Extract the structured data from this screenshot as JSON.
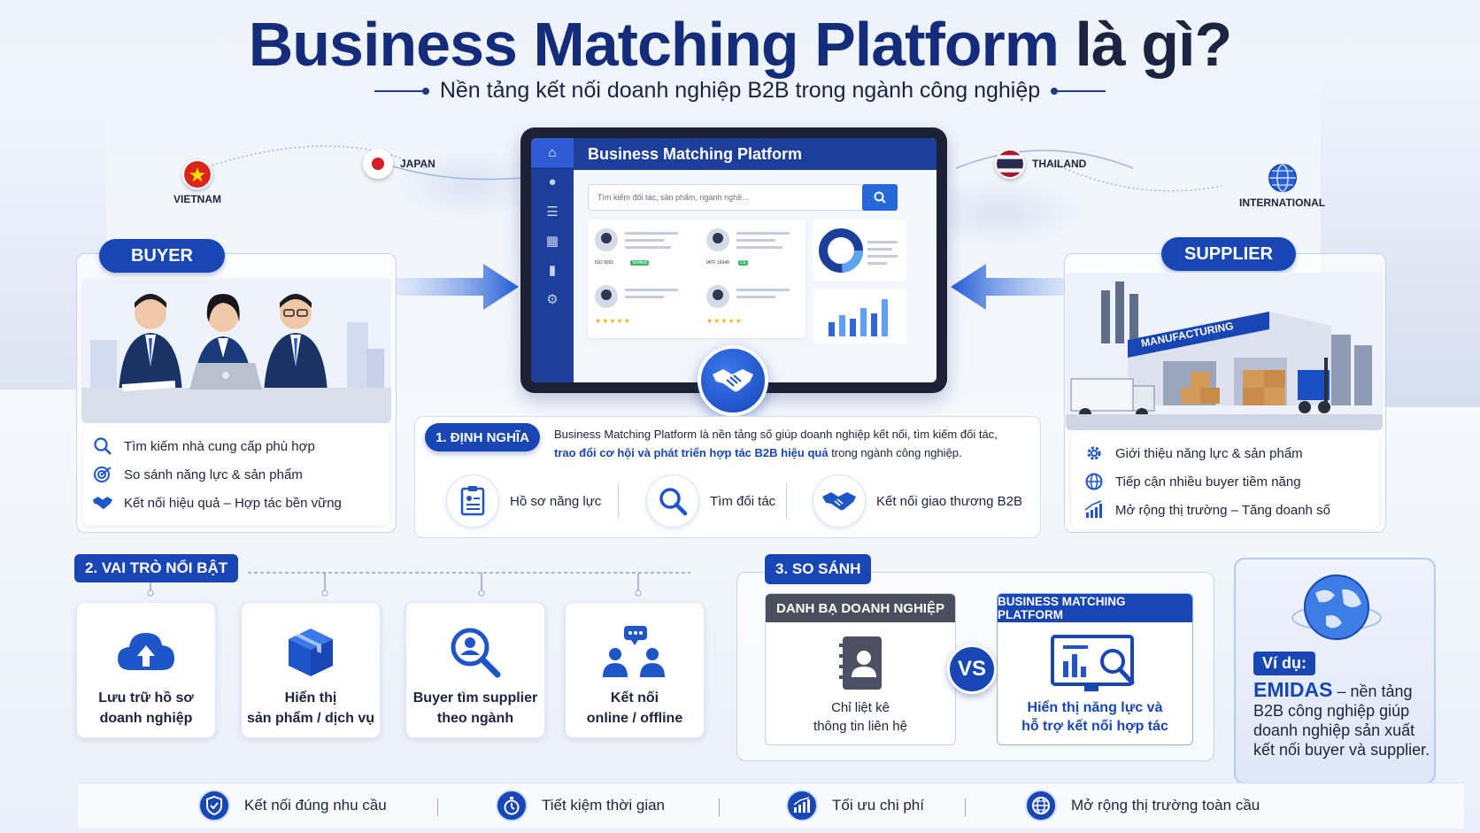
{
  "title": {
    "main": "Business Matching Platform",
    "tail": "là gì?"
  },
  "subtitle": "Nền tảng kết nối doanh nghiệp B2B trong ngành công nghiệp",
  "flags": {
    "vietnam": "VIETNAM",
    "japan": "JAPAN",
    "thailand": "THAILAND",
    "international": "INTERNATIONAL"
  },
  "tablet": {
    "header": "Business Matching Platform",
    "search_placeholder": "Tìm kiếm đối tác, sản phẩm, ngành nghề...",
    "profiles": [
      {
        "tag": "ISO 9001",
        "badge": "Verified"
      },
      {
        "tag": "IATF 16949",
        "badge": "CE"
      },
      {
        "stars": "★★★★★"
      },
      {
        "stars": "★★★★★"
      }
    ]
  },
  "buyer": {
    "label": "BUYER",
    "items": [
      {
        "icon": "search-icon",
        "text": "Tìm kiếm nhà cung cấp phù hợp"
      },
      {
        "icon": "target-icon",
        "text": "So sánh năng lực & sản phẩm"
      },
      {
        "icon": "handshake-icon",
        "text": "Kết nối hiệu quả – Hợp tác bền vững"
      }
    ]
  },
  "supplier": {
    "label": "SUPPLIER",
    "factory_sign": "MANUFACTURING",
    "items": [
      {
        "icon": "gear-icon",
        "text": "Giới thiệu năng lực & sản phẩm"
      },
      {
        "icon": "globe-icon",
        "text": "Tiếp cận nhiều buyer tiềm năng"
      },
      {
        "icon": "growth-chart-icon",
        "text": "Mở rộng thị trường – Tăng doanh số"
      }
    ]
  },
  "definition": {
    "tag": "1. ĐỊNH NGHĨA",
    "line1": "Business Matching Platform là nền tảng số giúp doanh nghiệp kết nối, tìm kiếm đối tác,",
    "line2_highlight": "trao đổi cơ hội và phát triển hợp tác B2B hiệu quả",
    "line2_rest": " trong ngành công nghiệp.",
    "features": [
      {
        "icon": "profile-document-icon",
        "text": "Hồ sơ năng lực"
      },
      {
        "icon": "magnifier-icon",
        "text": "Tìm đối tác"
      },
      {
        "icon": "handshake-icon",
        "text": "Kết nối giao thương B2B"
      }
    ]
  },
  "roles": {
    "tag": "2. VAI TRÒ NỔI BẬT",
    "cards": [
      {
        "icon": "cloud-upload-icon",
        "line1": "Lưu trữ hồ sơ",
        "line2": "doanh nghiệp"
      },
      {
        "icon": "product-box-icon",
        "line1": "Hiển thị",
        "line2": "sản phẩm / dịch vụ"
      },
      {
        "icon": "search-user-icon",
        "line1": "Buyer tìm supplier",
        "line2": "theo ngành"
      },
      {
        "icon": "network-people-icon",
        "line1": "Kết nối",
        "line2": "online / offline"
      }
    ]
  },
  "compare": {
    "tag": "3. SO SÁNH",
    "left": {
      "header": "DANH BẠ DOANH NGHIỆP",
      "line1": "Chỉ liệt kê",
      "line2": "thông tin liên hệ"
    },
    "vs": "VS",
    "right": {
      "header": "BUSINESS MATCHING PLATFORM",
      "line1": "Hiển thị năng lực và",
      "line2": "hỗ trợ kết nối hợp tác"
    }
  },
  "example": {
    "tag": "Ví dụ:",
    "brand": "EMIDAS",
    "text_after_brand": " – nền tảng B2B công nghiệp giúp doanh nghiệp sản xuất kết nối buyer và supplier."
  },
  "benefits": [
    {
      "icon": "shield-check-icon",
      "text": "Kết nối đúng nhu cầu"
    },
    {
      "icon": "stopwatch-icon",
      "text": "Tiết kiệm thời gian"
    },
    {
      "icon": "cost-chart-icon",
      "text": "Tối ưu chi phí"
    },
    {
      "icon": "globe-icon",
      "text": "Mở rộng thị trường toàn cầu"
    }
  ],
  "colors": {
    "primary": "#1846b5",
    "title": "#142c7a",
    "text": "#1b2440"
  }
}
